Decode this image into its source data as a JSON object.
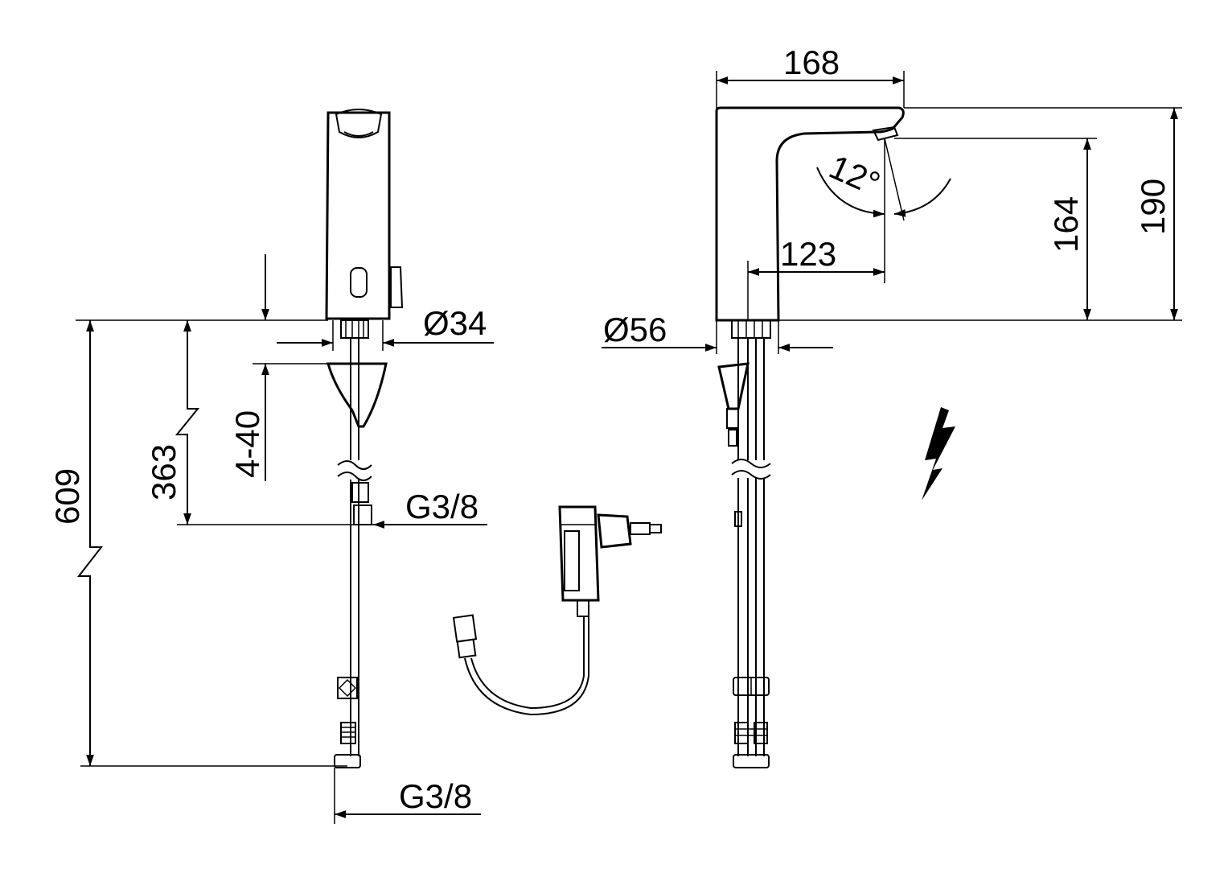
{
  "dimensions": {
    "spout_projection": "168",
    "total_height": "190",
    "outlet_height": "164",
    "outlet_reach": "123",
    "spray_angle": "12°",
    "base_diameter_side": "Ø56",
    "base_diameter_front": "Ø34",
    "deck_thickness": "4-40",
    "hose_length_short": "363",
    "hose_length_long": "609",
    "connection_upper": "G3/8",
    "connection_lower": "G3/8"
  },
  "icons": {
    "electric": "lightning-bolt-icon",
    "power_supply": "plug-adapter-icon"
  },
  "colors": {
    "line": "#000000",
    "background": "#ffffff"
  }
}
